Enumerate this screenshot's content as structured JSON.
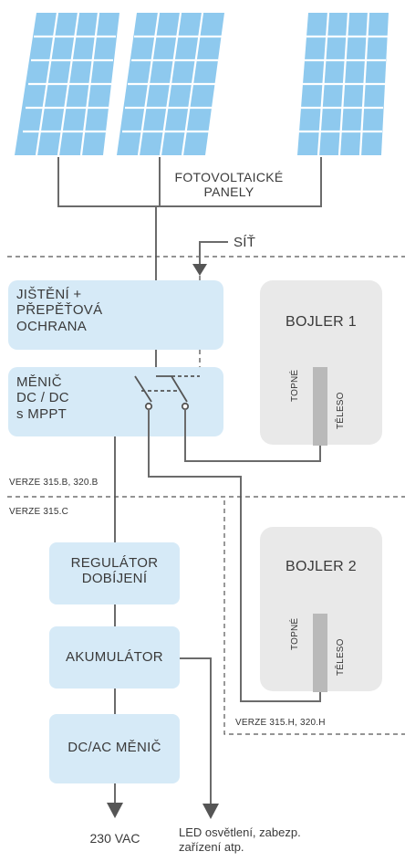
{
  "panels_label": [
    "FOTOVOLTAICKÉ",
    "PANELY"
  ],
  "grid_label": "SÍŤ",
  "protection_label": [
    "JIŠTĚNÍ +",
    "PŘEPĚŤOVÁ",
    "OCHRANA"
  ],
  "converter_label": [
    "MĚNIČ",
    "DC / DC",
    "s MPPT"
  ],
  "boiler1": {
    "title": "BOJLER 1",
    "element_left": "TOPNÉ",
    "element_right": "TĚLESO"
  },
  "boiler2": {
    "title": "BOJLER 2",
    "element_left": "TOPNÉ",
    "element_right": "TĚLESO"
  },
  "version_b": "VERZE 315.B, 320.B",
  "version_c": "VERZE 315.C",
  "version_h": "VERZE 315.H, 320.H",
  "regulator_label": [
    "REGULÁTOR",
    "DOBÍJENÍ"
  ],
  "battery_label": "AKUMULÁTOR",
  "inverter_label": "DC/AC MĚNIČ",
  "output_230": "230 VAC",
  "output_led": [
    "LED osvětlení, zabezp.",
    "zařízení atp."
  ],
  "colors": {
    "panel": "#8ec9ee",
    "panel_grid": "#ffffff",
    "box": "#d6eaf7",
    "boiler": "#e9e9e9",
    "element": "#b9b9b9",
    "wire": "#6b6b6b",
    "dashed": "#555555"
  }
}
